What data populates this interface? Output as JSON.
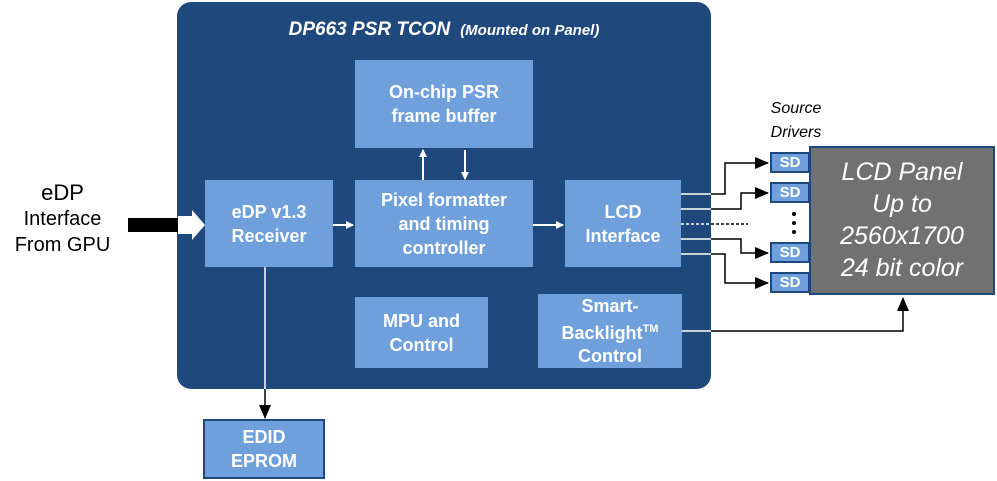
{
  "chip": {
    "title": "DP663 PSR TCON",
    "subtitle": "(Mounted on Panel)"
  },
  "input": {
    "line1": "eDP",
    "line2": "Interface",
    "line3": "From GPU"
  },
  "blocks": {
    "frame_buffer": {
      "line1": "On-chip PSR",
      "line2": "frame buffer"
    },
    "receiver": {
      "line1": "eDP v1.3",
      "line2": "Receiver"
    },
    "pixel_formatter": {
      "line1": "Pixel formatter",
      "line2": "and timing",
      "line3": "controller"
    },
    "lcd_interface": {
      "line1": "LCD",
      "line2": "Interface"
    },
    "mpu": {
      "line1": "MPU and",
      "line2": "Control"
    },
    "backlight": {
      "line1": "Smart-",
      "line2": "Backlight",
      "tm": "TM",
      "line3": "Control"
    },
    "edid": {
      "line1": "EDID",
      "line2": "EPROM"
    }
  },
  "source_drivers": {
    "label1": "Source",
    "label2": "Drivers",
    "sd_label": "SD"
  },
  "lcd_panel": {
    "line1": "LCD Panel",
    "line2": "Up to",
    "line3": "2560x1700",
    "line4": "24 bit color"
  }
}
